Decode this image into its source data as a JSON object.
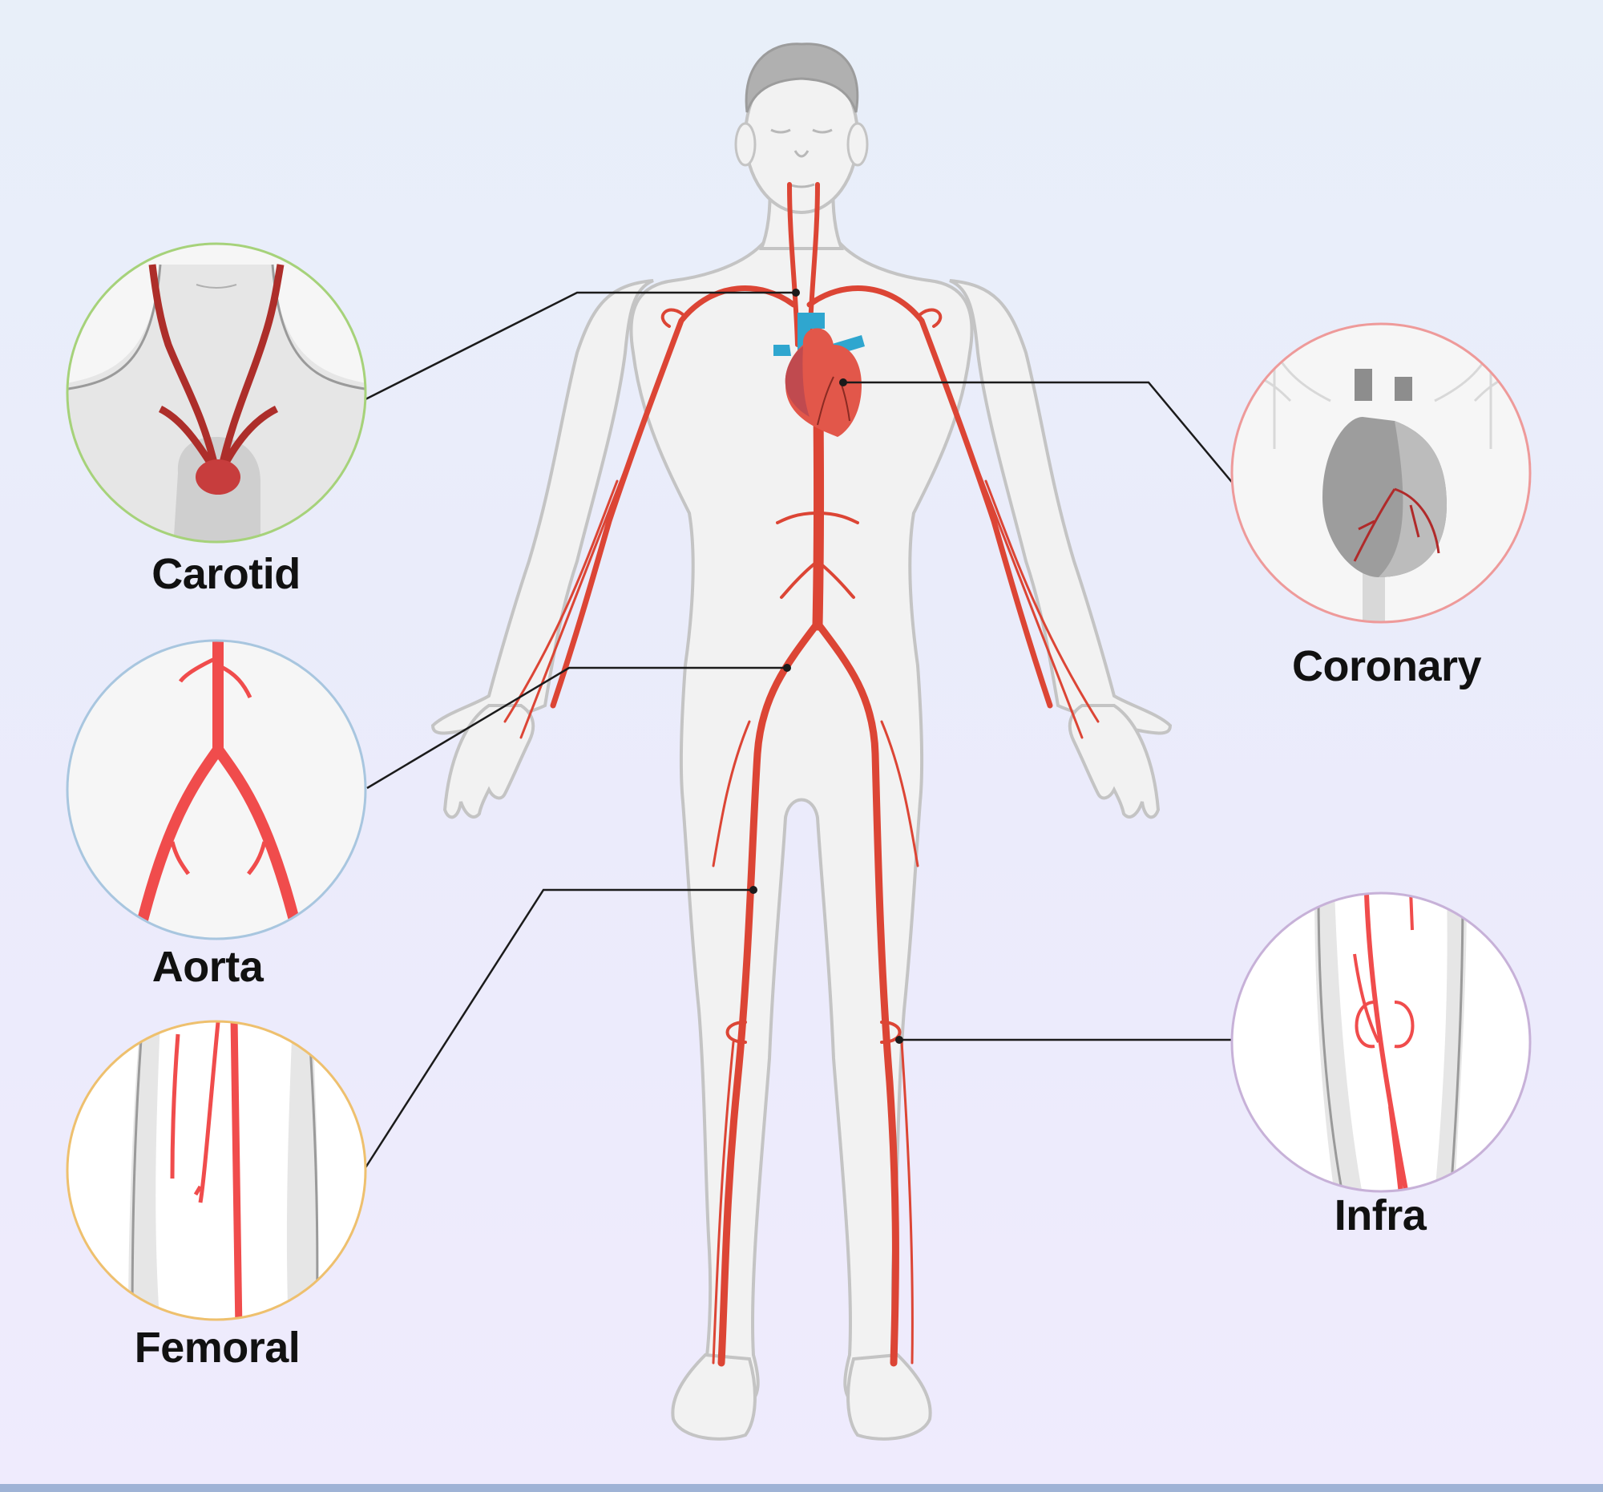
{
  "colors": {
    "background_top": "#e8eff9",
    "background_bottom": "#efebfd",
    "artery": "#dc4535",
    "artery_dark": "#ad2e2a",
    "artery_bright": "#f04c4c",
    "vein": "#2fa6cf",
    "body_fill": "#f2f2f2",
    "body_outline": "#c4c4c4",
    "hair": "#b0b0b0",
    "callout_line": "#1b1b1b",
    "border_carotid": "#a6d27a",
    "border_aorta": "#a8c6df",
    "border_femoral": "#eec06e",
    "border_coronary": "#ee9a9a",
    "border_infra": "#c7b1d8",
    "footer_bar": "#9fb3d6"
  },
  "callouts": [
    {
      "id": "carotid",
      "label": "Carotid",
      "icon": "neck-arteries-icon"
    },
    {
      "id": "aorta",
      "label": "Aorta",
      "icon": "aortic-bifurcation-icon"
    },
    {
      "id": "femoral",
      "label": "Femoral",
      "icon": "thigh-artery-icon"
    },
    {
      "id": "coronary",
      "label": "Coronary",
      "icon": "heart-coronary-icon"
    },
    {
      "id": "infra",
      "label": "Infra",
      "icon": "knee-artery-icon"
    }
  ],
  "figure": {
    "icon": "human-body-arterial-system-icon"
  }
}
